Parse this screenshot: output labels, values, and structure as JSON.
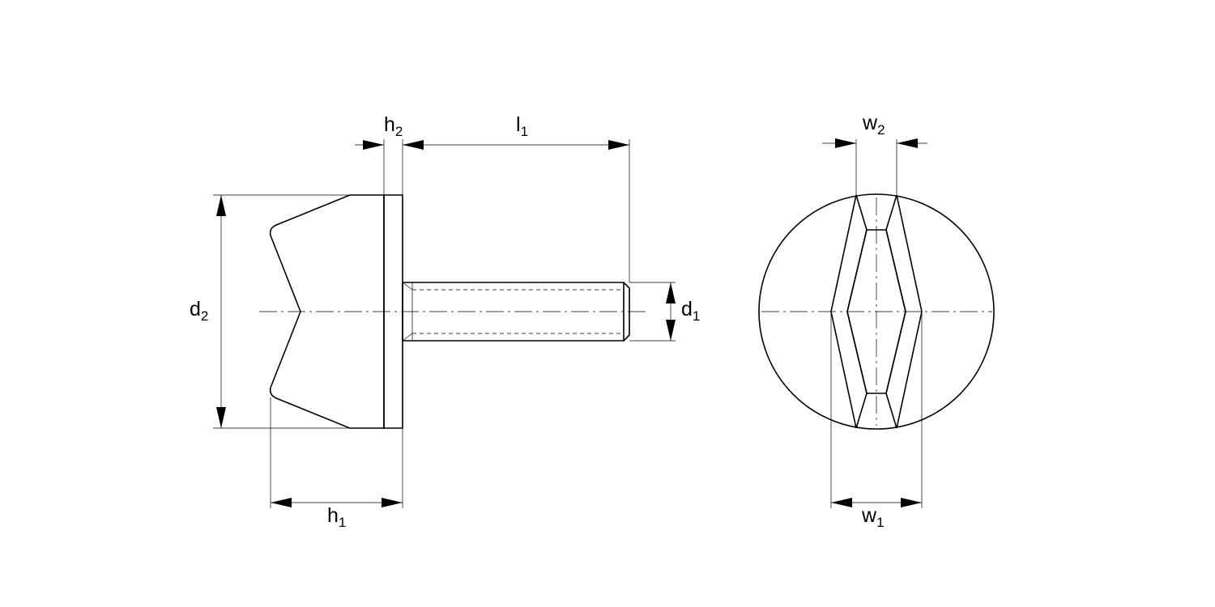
{
  "labels": {
    "h2": {
      "main": "h",
      "sub": "2"
    },
    "l1": {
      "main": "l",
      "sub": "1"
    },
    "d2": {
      "main": "d",
      "sub": "2"
    },
    "d1": {
      "main": "d",
      "sub": "1"
    },
    "h1": {
      "main": "h",
      "sub": "1"
    },
    "w2": {
      "main": "w",
      "sub": "2"
    },
    "w1": {
      "main": "w",
      "sub": "1"
    }
  }
}
